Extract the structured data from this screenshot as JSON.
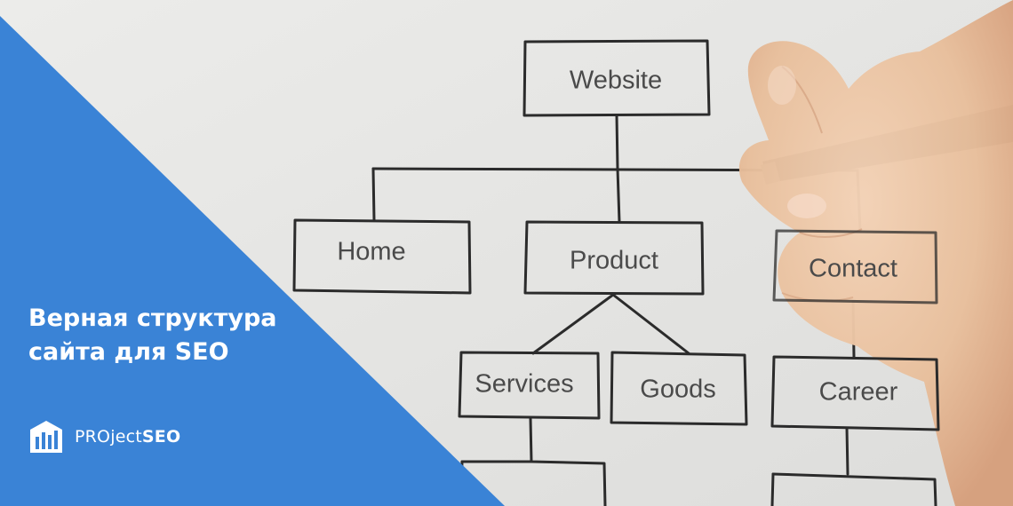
{
  "colors": {
    "accent_blue": "#3a83d6",
    "background": "#e6e6e4",
    "headline_text": "#ffffff",
    "sketch_ink": "#2b2b2b",
    "label_ink": "#4a4a4a",
    "skin": "#e8bf9c"
  },
  "headline": {
    "line1": "Верная структура",
    "line2": "сайта для SEO"
  },
  "brand": {
    "icon": "building-columns-logo-icon",
    "name_regular": "PROject",
    "name_bold": "SEO"
  },
  "diagram": {
    "nodes": {
      "website": "Website",
      "home": "Home",
      "product": "Product",
      "contact": "Contact",
      "services": "Services",
      "goods": "Goods",
      "career": "Career"
    }
  }
}
